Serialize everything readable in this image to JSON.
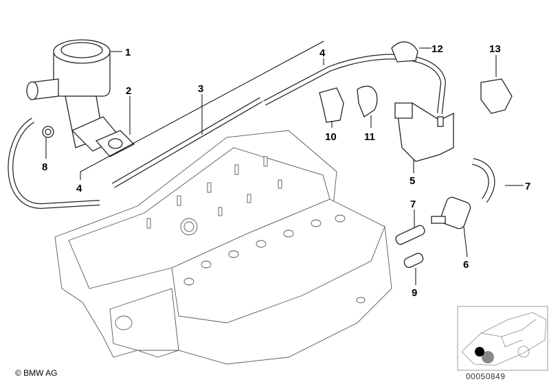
{
  "callouts": [
    {
      "id": "callout-1",
      "text": "1"
    },
    {
      "id": "callout-2",
      "text": "2"
    },
    {
      "id": "callout-3",
      "text": "3"
    },
    {
      "id": "callout-4-top",
      "text": "4"
    },
    {
      "id": "callout-4-bottom",
      "text": "4"
    },
    {
      "id": "callout-5",
      "text": "5"
    },
    {
      "id": "callout-6",
      "text": "6"
    },
    {
      "id": "callout-7-right",
      "text": "7"
    },
    {
      "id": "callout-7-left",
      "text": "7"
    },
    {
      "id": "callout-8",
      "text": "8"
    },
    {
      "id": "callout-9",
      "text": "9"
    },
    {
      "id": "callout-10",
      "text": "10"
    },
    {
      "id": "callout-11",
      "text": "11"
    },
    {
      "id": "callout-12",
      "text": "12"
    },
    {
      "id": "callout-13",
      "text": "13"
    }
  ],
  "copyright": "© BMW AG",
  "diagram_number": "00050849"
}
